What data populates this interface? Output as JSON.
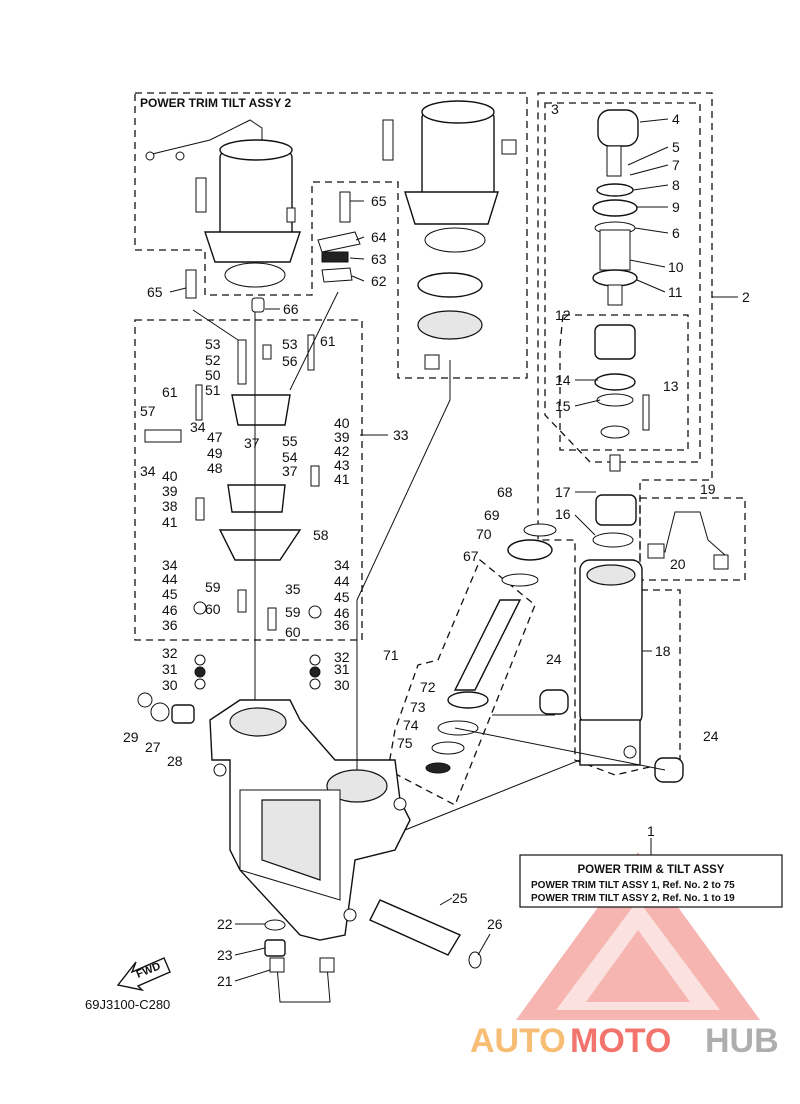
{
  "diagram_code": "69J3100-C280",
  "assy_box_title": "POWER TRIM TILT ASSY 2",
  "fwd_label": "FWD",
  "table": {
    "title": "POWER TRIM & TILT ASSY",
    "row1": "POWER TRIM TILT ASSY 1,  Ref. No. 2 to 75",
    "row2": "POWER TRIM TILT ASSY 2,  Ref. No. 1 to 19"
  },
  "watermark": {
    "part1": "AUTO",
    "part2": "MOTO",
    "part3": "HUB"
  },
  "watermark_colors": {
    "orange": "#f4a23a",
    "red": "#ee3a2e",
    "gray": "#8c8c8c"
  },
  "callouts": {
    "c1": "1",
    "c2": "2",
    "c3": "3",
    "c4": "4",
    "c5": "5",
    "c6": "6",
    "c7": "7",
    "c8": "8",
    "c9": "9",
    "c10": "10",
    "c11": "11",
    "c12": "12",
    "c13": "13",
    "c14": "14",
    "c15": "15",
    "c16": "16",
    "c17": "17",
    "c18": "18",
    "c19": "19",
    "c20": "20",
    "c21": "21",
    "c22": "22",
    "c23": "23",
    "c24a": "24",
    "c24b": "24",
    "c25": "25",
    "c26": "26",
    "c27": "27",
    "c28": "28",
    "c29": "29",
    "c30a": "30",
    "c30b": "30",
    "c31a": "31",
    "c31b": "31",
    "c32a": "32",
    "c32b": "32",
    "c33": "33",
    "c34a": "34",
    "c34b": "34",
    "c34c": "34",
    "c34d": "34",
    "c35": "35",
    "c36a": "36",
    "c36b": "36",
    "c37a": "37",
    "c37b": "37",
    "c38": "38",
    "c39a": "39",
    "c39b": "39",
    "c40a": "40",
    "c40b": "40",
    "c41a": "41",
    "c41b": "41",
    "c42": "42",
    "c43": "43",
    "c44a": "44",
    "c44b": "44",
    "c45a": "45",
    "c45b": "45",
    "c46a": "46",
    "c46b": "46",
    "c47": "47",
    "c48": "48",
    "c49": "49",
    "c50": "50",
    "c51": "51",
    "c52": "52",
    "c53a": "53",
    "c53b": "53",
    "c54": "54",
    "c55": "55",
    "c56": "56",
    "c57": "57",
    "c58": "58",
    "c59a": "59",
    "c59b": "59",
    "c60a": "60",
    "c60b": "60",
    "c61a": "61",
    "c61b": "61",
    "c62": "62",
    "c63": "63",
    "c64": "64",
    "c65a": "65",
    "c65b": "65",
    "c66": "66",
    "c67": "67",
    "c68": "68",
    "c69": "69",
    "c70": "70",
    "c71": "71",
    "c72": "72",
    "c73": "73",
    "c74": "74",
    "c75": "75"
  }
}
